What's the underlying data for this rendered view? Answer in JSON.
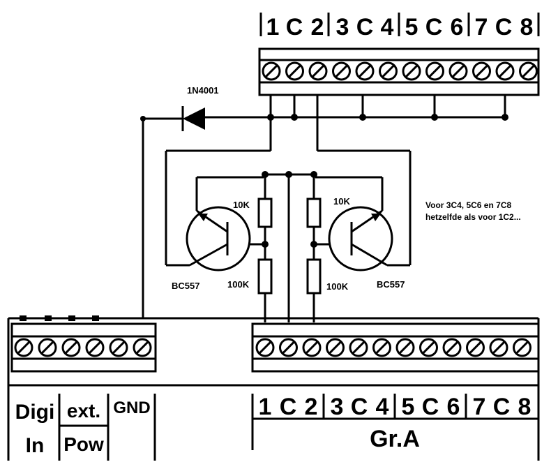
{
  "top_connector": {
    "groups": [
      "1",
      "C",
      "2",
      "3",
      "C",
      "4",
      "5",
      "C",
      "6",
      "7",
      "C",
      "8"
    ],
    "group_separator": "|"
  },
  "bottom_connector": {
    "groups": [
      "1",
      "C",
      "2",
      "3",
      "C",
      "4",
      "5",
      "C",
      "6",
      "7",
      "C",
      "8"
    ],
    "group_name": "Gr.A"
  },
  "left_block": {
    "digi_in_top": "Digi",
    "digi_in_bottom": "In",
    "ext_pow_top": "ext.",
    "ext_pow_bottom": "Pow",
    "gnd": "GND"
  },
  "components": {
    "diode": "1N4001",
    "resistor_left_upper": "10K",
    "resistor_right_upper": "10K",
    "resistor_left_lower": "100K",
    "resistor_right_lower": "100K",
    "transistor_left": "BC557",
    "transistor_right": "BC557"
  },
  "note": {
    "line1": "Voor 3C4, 5C6 en 7C8",
    "line2": "hetzelfde als voor 1C2..."
  }
}
